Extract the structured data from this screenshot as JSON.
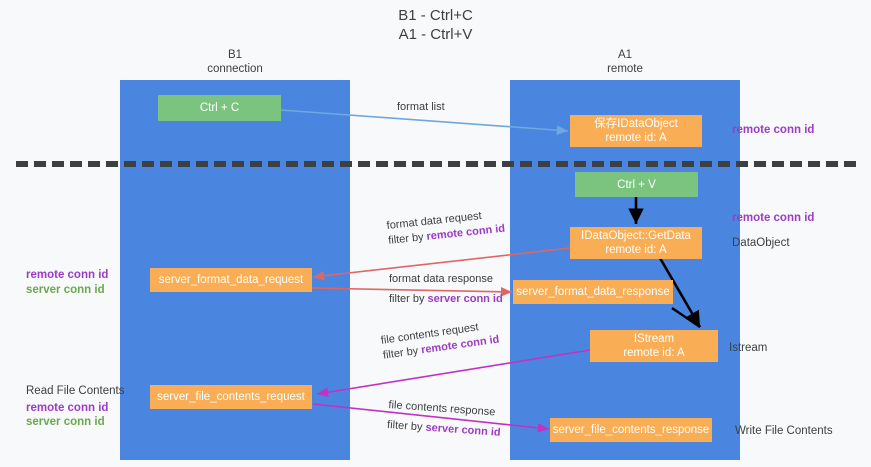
{
  "title": {
    "line1": "B1 - Ctrl+C",
    "line2": "A1 - Ctrl+V"
  },
  "lanes": [
    {
      "name": "B1",
      "sub": "connection"
    },
    {
      "name": "A1",
      "sub": "remote"
    }
  ],
  "boxes": {
    "ctrl_c": {
      "line1": "Ctrl + C"
    },
    "save_dataobject": {
      "line1": "保存IDataObject",
      "line2": "remote id: A"
    },
    "ctrl_v": {
      "line1": "Ctrl + V"
    },
    "getdata": {
      "line1": "IDataObject::GetData",
      "line2": "remote id: A"
    },
    "server_format_data_request": {
      "line1": "server_format_data_request"
    },
    "server_format_data_response": {
      "line1": "server_format_data_response"
    },
    "istream": {
      "line1": "IStream",
      "line2": "remote id: A"
    },
    "server_file_contents_request": {
      "line1": "server_file_contents_request"
    },
    "server_file_contents_response": {
      "line1": "server_file_contents_response"
    }
  },
  "edges": {
    "format_list": {
      "text": "format list"
    },
    "format_data_request": {
      "line1": "format data request",
      "filter_prefix": "filter by ",
      "filter_key": "remote conn id"
    },
    "format_data_response": {
      "line1": "format data response",
      "filter_prefix": "filter by ",
      "filter_key": "server conn id"
    },
    "file_contents_request": {
      "line1": "file contents request",
      "filter_prefix": "filter by ",
      "filter_key": "remote conn id"
    },
    "file_contents_response": {
      "line1": "file contents response",
      "filter_prefix": "filter by ",
      "filter_key": "server conn id"
    }
  },
  "right_labels": {
    "remote_conn_id_top": "remote conn id",
    "remote_conn_id_mid": "remote conn id",
    "dataobject": "DataObject",
    "istream": "Istream",
    "write_file_contents": "Write File Contents"
  },
  "left_labels": {
    "remote_conn_id_1": "remote conn id",
    "server_conn_id_1": "server conn id",
    "read_file_contents": "Read File Contents",
    "remote_conn_id_2": "remote conn id",
    "server_conn_id_2": "server conn id"
  },
  "colors": {
    "lane": "#4a86e0",
    "green_box": "#7bc47f",
    "orange_box": "#f9ad54",
    "purple": "#9c3cc4",
    "green_text": "#6aa84f",
    "arrow_blue": "#6fa8dc",
    "arrow_red": "#e06666",
    "arrow_magenta": "#c232c2",
    "arrow_black": "#000000",
    "divider": "#3c4043",
    "background": "#f8f9fa"
  }
}
